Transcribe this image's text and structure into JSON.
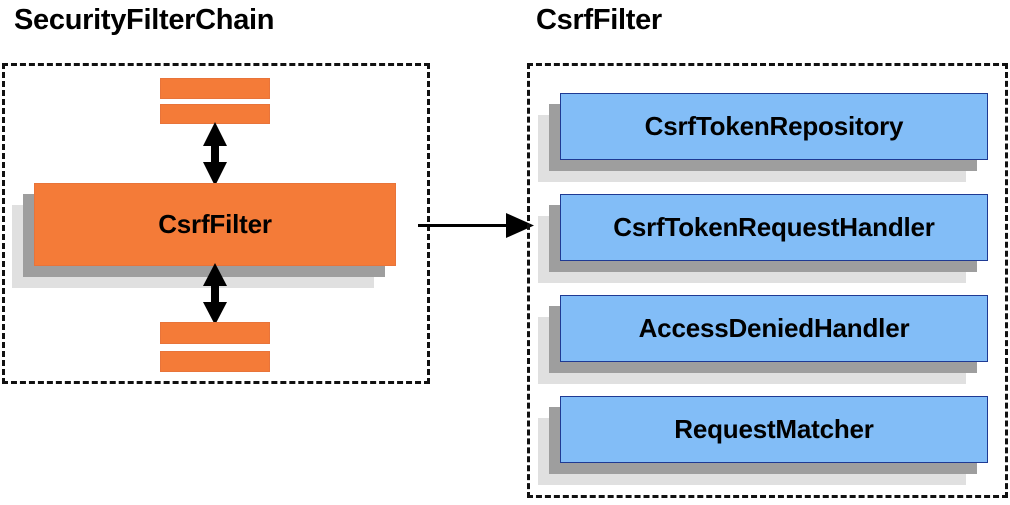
{
  "diagram": {
    "title_left": "SecurityFilterChain",
    "title_right": "CsrfFilter",
    "colors": {
      "orange_fill": "#f47b38",
      "orange_border": "#e8743a",
      "blue_fill": "#82bdf7",
      "blue_border": "#1f3a93",
      "shadow_mid": "#9e9e9e",
      "shadow_back": "#e0e0e0",
      "dashed_border": "#111111",
      "text": "#000000"
    }
  },
  "left_panel": {
    "title": "SecurityFilterChain",
    "main_card": {
      "label": "CsrfFilter"
    },
    "stripes_top": [
      "",
      ""
    ],
    "stripes_bottom": [
      "",
      ""
    ],
    "arrows": {
      "top": "double-headed-vertical-arrow",
      "bottom": "double-headed-vertical-arrow"
    }
  },
  "connector": {
    "icon": "arrow-right-icon",
    "from": "SecurityFilterChain.CsrfFilter",
    "to": "CsrfFilter"
  },
  "right_panel": {
    "title": "CsrfFilter",
    "cards": [
      {
        "label": "CsrfTokenRepository"
      },
      {
        "label": "CsrfTokenRequestHandler"
      },
      {
        "label": "AccessDeniedHandler"
      },
      {
        "label": "RequestMatcher"
      }
    ]
  }
}
